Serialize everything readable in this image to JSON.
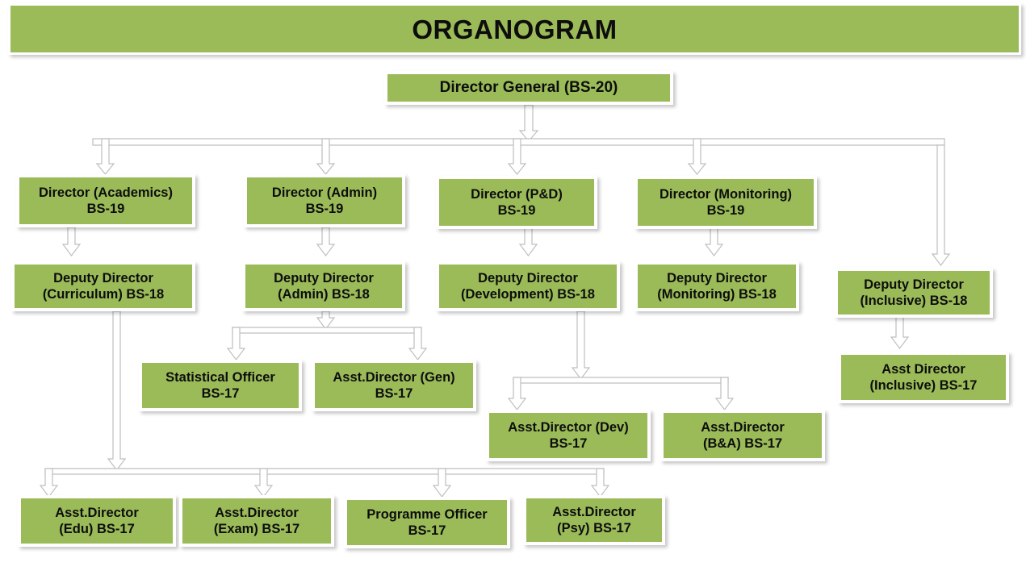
{
  "header": {
    "title": "ORGANOGRAM"
  },
  "theme": {
    "box_fill": "#9BBB59",
    "box_border": "#FFFFFF",
    "text_color": "#0D0D0D",
    "connector_fill": "#FFFFFF",
    "connector_stroke": "#BFBFBF",
    "page_background": "#FFFFFF"
  },
  "chart_type": "organization-chart",
  "nodes": {
    "director_general": {
      "label": "Director General  (BS-20)",
      "grade": "BS-20"
    },
    "director_academics": {
      "label": "Director (Academics)\nBS-19",
      "grade": "BS-19"
    },
    "director_admin": {
      "label": "Director (Admin)\nBS-19",
      "grade": "BS-19"
    },
    "director_pnd": {
      "label": "Director (P&D)\nBS-19",
      "grade": "BS-19"
    },
    "director_monitoring": {
      "label": "Director (Monitoring)\nBS-19",
      "grade": "BS-19"
    },
    "dd_curriculum": {
      "label": "Deputy Director\n(Curriculum) BS-18",
      "grade": "BS-18"
    },
    "dd_admin": {
      "label": "Deputy Director\n(Admin) BS-18",
      "grade": "BS-18"
    },
    "dd_development": {
      "label": "Deputy Director\n(Development) BS-18",
      "grade": "BS-18"
    },
    "dd_monitoring": {
      "label": "Deputy Director\n(Monitoring) BS-18",
      "grade": "BS-18"
    },
    "dd_inclusive": {
      "label": "Deputy Director\n(Inclusive) BS-18",
      "grade": "BS-18"
    },
    "statistical_officer": {
      "label": "Statistical Officer\nBS-17",
      "grade": "BS-17"
    },
    "ad_gen": {
      "label": "Asst.Director (Gen)\nBS-17",
      "grade": "BS-17"
    },
    "ad_dev": {
      "label": "Asst.Director (Dev)\nBS-17",
      "grade": "BS-17"
    },
    "ad_bna": {
      "label": "Asst.Director\n(B&A) BS-17",
      "grade": "BS-17"
    },
    "ad_inclusive": {
      "label": "Asst Director\n(Inclusive) BS-17",
      "grade": "BS-17"
    },
    "ad_edu": {
      "label": "Asst.Director\n(Edu) BS-17",
      "grade": "BS-17"
    },
    "ad_exam": {
      "label": "Asst.Director\n(Exam) BS-17",
      "grade": "BS-17"
    },
    "programme_officer": {
      "label": "Programme Officer\nBS-17",
      "grade": "BS-17"
    },
    "ad_psy": {
      "label": "Asst.Director\n(Psy)  BS-17",
      "grade": "BS-17"
    }
  },
  "hierarchy": [
    {
      "parent": "director_general",
      "children": [
        "director_academics",
        "director_admin",
        "director_pnd",
        "director_monitoring",
        "dd_inclusive"
      ]
    },
    {
      "parent": "director_academics",
      "children": [
        "dd_curriculum"
      ]
    },
    {
      "parent": "director_admin",
      "children": [
        "dd_admin"
      ]
    },
    {
      "parent": "director_pnd",
      "children": [
        "dd_development"
      ]
    },
    {
      "parent": "director_monitoring",
      "children": [
        "dd_monitoring"
      ]
    },
    {
      "parent": "dd_admin",
      "children": [
        "statistical_officer",
        "ad_gen"
      ]
    },
    {
      "parent": "dd_development",
      "children": [
        "ad_dev",
        "ad_bna"
      ]
    },
    {
      "parent": "dd_inclusive",
      "children": [
        "ad_inclusive"
      ]
    },
    {
      "parent": "dd_curriculum",
      "children": [
        "ad_edu",
        "ad_exam",
        "programme_officer",
        "ad_psy"
      ]
    }
  ]
}
